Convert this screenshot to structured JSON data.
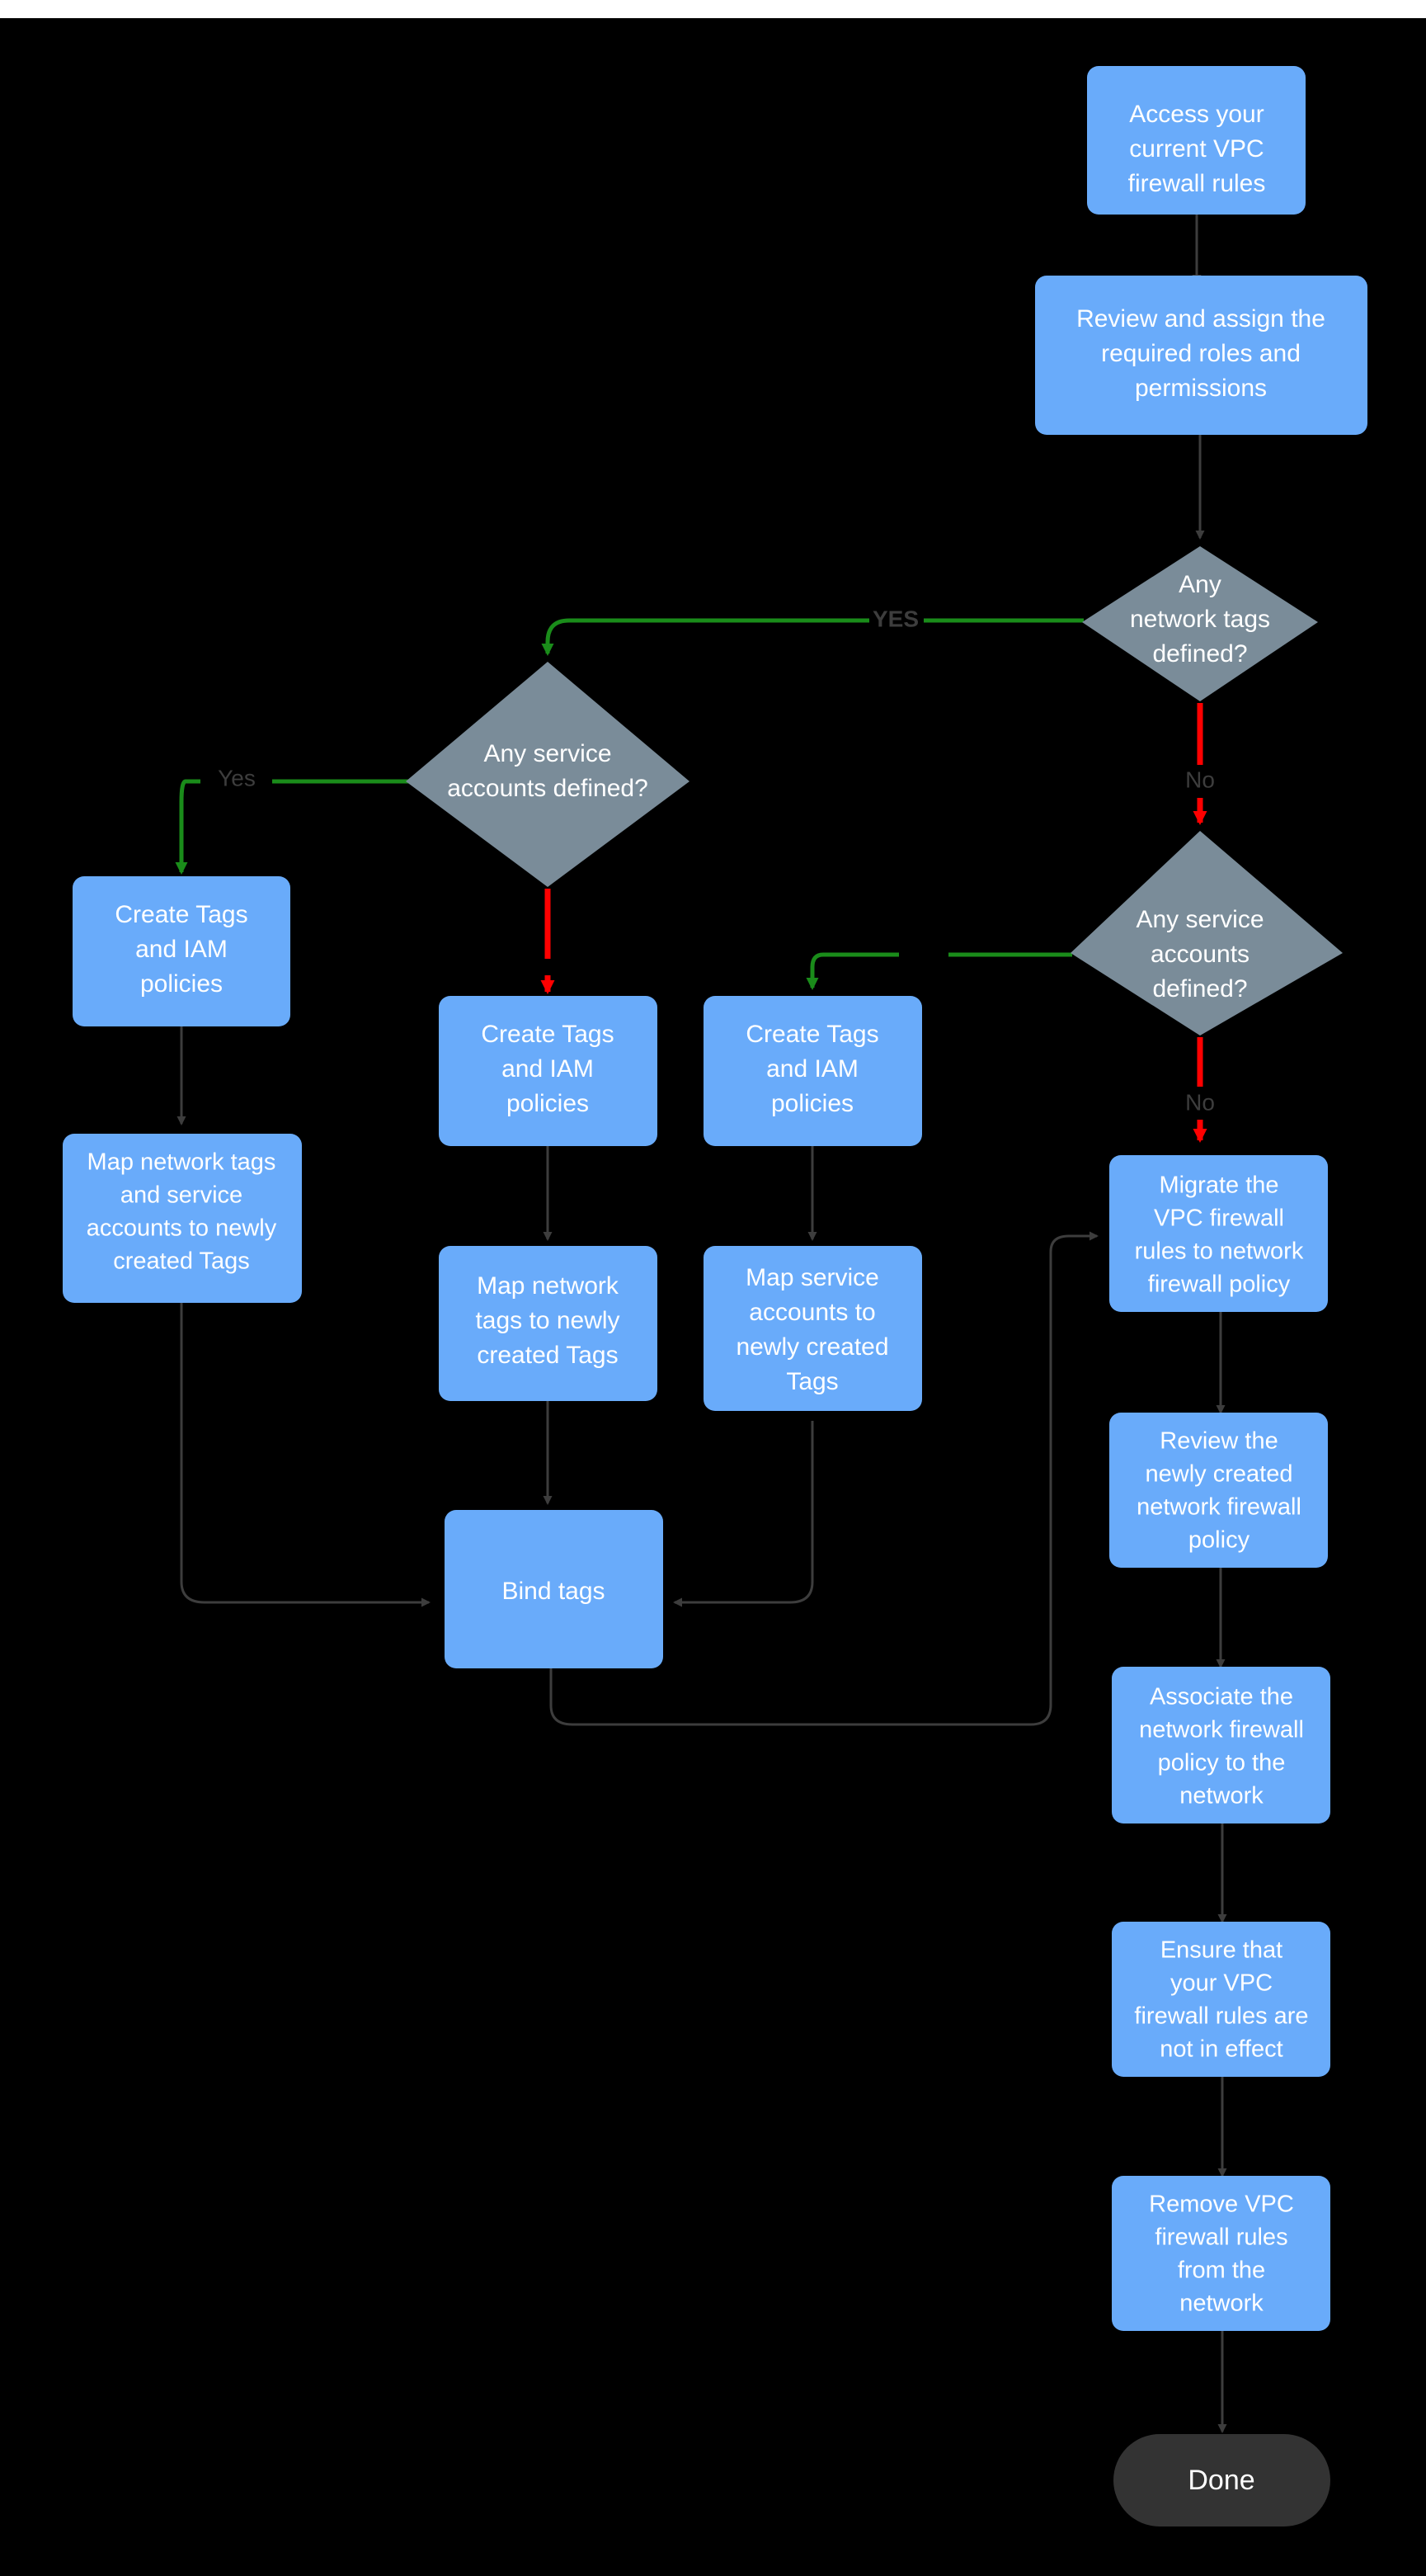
{
  "diagram": {
    "title": "VPC firewall rules to network firewall policy migration flow",
    "background_color": "#000000",
    "colors": {
      "process_fill": "#69abfa",
      "decision_fill": "#7a8c99",
      "terminal_fill": "#333333",
      "text": "#ffffff",
      "edge_default": "#3d3d3d",
      "edge_yes": "#1a8c1a",
      "edge_no": "#ff0000"
    },
    "nodes": {
      "access_rules": {
        "id": "access_rules",
        "type": "process",
        "lines": [
          "Access your",
          "current VPC",
          "firewall rules"
        ]
      },
      "review_roles": {
        "id": "review_roles",
        "type": "process",
        "lines": [
          "Review and assign the",
          "required roles and",
          "permissions"
        ]
      },
      "q_network_tags": {
        "id": "q_network_tags",
        "type": "decision",
        "lines": [
          "Any",
          "network tags",
          "defined?"
        ]
      },
      "q_service_left": {
        "id": "q_service_left",
        "type": "decision",
        "lines": [
          "Any service",
          "accounts defined?"
        ]
      },
      "q_service_right": {
        "id": "q_service_right",
        "type": "decision",
        "lines": [
          "Any service",
          "accounts",
          "defined?"
        ]
      },
      "create_tags_a": {
        "id": "create_tags_a",
        "type": "process",
        "lines": [
          "Create Tags",
          "and IAM",
          "policies"
        ]
      },
      "create_tags_b": {
        "id": "create_tags_b",
        "type": "process",
        "lines": [
          "Create Tags",
          "and IAM",
          "policies"
        ]
      },
      "create_tags_c": {
        "id": "create_tags_c",
        "type": "process",
        "lines": [
          "Create Tags",
          "and IAM",
          "policies"
        ]
      },
      "map_both": {
        "id": "map_both",
        "type": "process",
        "lines": [
          "Map network tags",
          "and service",
          "accounts to newly",
          "created Tags"
        ]
      },
      "map_network": {
        "id": "map_network",
        "type": "process",
        "lines": [
          "Map network",
          "tags to newly",
          "created Tags"
        ]
      },
      "map_service": {
        "id": "map_service",
        "type": "process",
        "lines": [
          "Map service",
          "accounts  to",
          "newly created",
          "Tags"
        ]
      },
      "bind_tags": {
        "id": "bind_tags",
        "type": "process",
        "lines": [
          "Bind tags"
        ]
      },
      "migrate_rules": {
        "id": "migrate_rules",
        "type": "process",
        "lines": [
          "Migrate the",
          "VPC firewall",
          "rules to network",
          "firewall policy"
        ]
      },
      "review_policy": {
        "id": "review_policy",
        "type": "process",
        "lines": [
          "Review the",
          "newly created",
          "network firewall",
          "policy"
        ]
      },
      "associate_policy": {
        "id": "associate_policy",
        "type": "process",
        "lines": [
          "Associate the",
          "network firewall",
          "policy to the",
          "network"
        ]
      },
      "ensure_not_effect": {
        "id": "ensure_not_effect",
        "type": "process",
        "lines": [
          "Ensure that",
          "your VPC",
          "firewall rules are",
          "not in effect"
        ]
      },
      "remove_rules": {
        "id": "remove_rules",
        "type": "process",
        "lines": [
          "Remove  VPC",
          "firewall rules",
          "from the",
          "network"
        ]
      },
      "done": {
        "id": "done",
        "type": "terminal",
        "lines": [
          "Done"
        ]
      }
    },
    "edge_labels": {
      "yes_upper": "YES",
      "no_network_tags": "No",
      "yes_left": "Yes",
      "no_service_right": "No"
    }
  }
}
